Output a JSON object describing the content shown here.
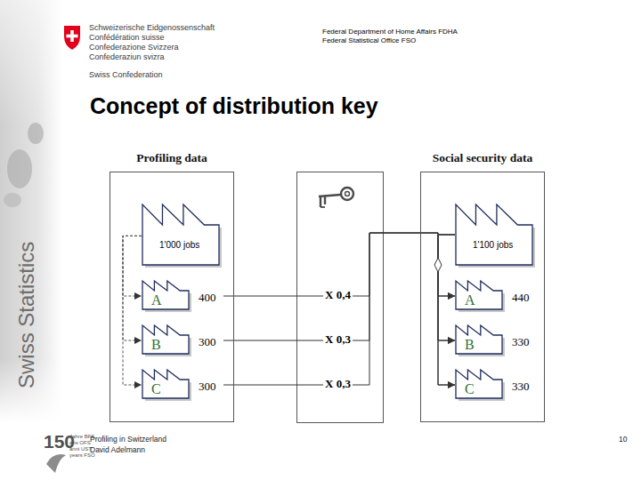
{
  "diagram": {
    "title": "Concept of distribution key",
    "nodes": [
      {
        "text": [
          "Profiling data"
        ]
      },
      {
        "text": [
          "1'000 jobs"
        ],
        "in": 0
      },
      {
        "text": [
          "A",
          "400"
        ],
        "in": 0
      },
      {
        "text": [
          "B",
          "300"
        ],
        "in": 0
      },
      {
        "text": [
          "C",
          "300"
        ],
        "in": 0
      },
      {
        "text": [
          "Social security data"
        ]
      },
      {
        "text": [
          "1'100 jobs"
        ],
        "in": 5
      },
      {
        "text": [
          "A",
          "440"
        ],
        "in": 5
      },
      {
        "text": [
          "B",
          "330"
        ],
        "in": 5
      },
      {
        "text": [
          "C",
          "330"
        ],
        "in": 5
      }
    ],
    "edges": [
      {
        "from": 1,
        "to": 2,
        "arrow": "to"
      },
      {
        "from": 1,
        "to": 3,
        "arrow": "to"
      },
      {
        "from": 1,
        "to": 4,
        "arrow": "to"
      },
      {
        "from": 2,
        "to": 7,
        "label": "X 0,4",
        "arrow": "to"
      },
      {
        "from": 3,
        "to": 8,
        "label": "X 0,3",
        "arrow": "to"
      },
      {
        "from": 4,
        "to": 9,
        "label": "X 0,3",
        "arrow": "to"
      },
      {
        "from": 6,
        "to": 7,
        "arrow": "to"
      },
      {
        "from": 6,
        "to": 8,
        "arrow": "to"
      },
      {
        "from": 6,
        "to": 9,
        "arrow": "to"
      }
    ],
    "labels": [
      "Schweizerische Eidgenossenschaft",
      "Confédération suisse",
      "Confederazione Svizzera",
      "Confederaziun svizra",
      "Swiss Confederation",
      "Federal Department of Home Affairs FDHA",
      "Federal Statistical Office FSO",
      "Swiss Statistics",
      "150",
      "Jahre BFS",
      "ans OFS",
      "anni UST",
      "years FSO",
      "Profiling in Switzerland",
      "David Adelmann",
      "10"
    ]
  }
}
